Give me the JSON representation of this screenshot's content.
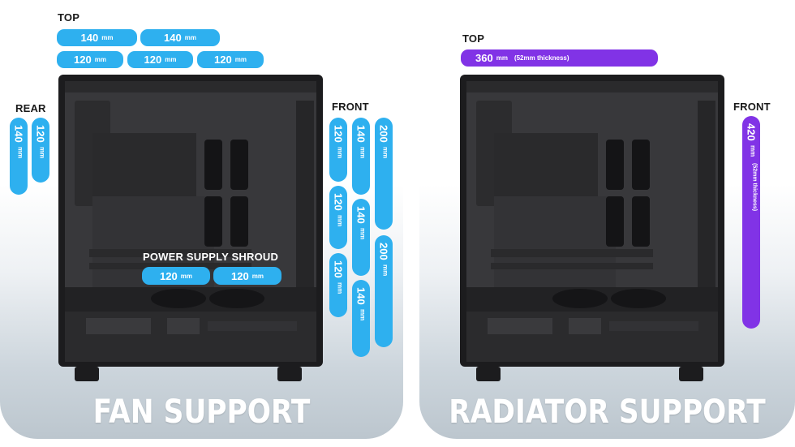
{
  "fan_support": {
    "title": "FAN SUPPORT",
    "top_label": "TOP",
    "top_row1": [
      {
        "value": "140",
        "unit": "mm"
      },
      {
        "value": "140",
        "unit": "mm"
      }
    ],
    "top_row2": [
      {
        "value": "120",
        "unit": "mm"
      },
      {
        "value": "120",
        "unit": "mm"
      },
      {
        "value": "120",
        "unit": "mm"
      }
    ],
    "rear_label": "REAR",
    "rear": [
      {
        "value": "140",
        "unit": "mm"
      },
      {
        "value": "120",
        "unit": "mm"
      }
    ],
    "front_label": "FRONT",
    "front_col1": [
      {
        "value": "120",
        "unit": "mm"
      },
      {
        "value": "120",
        "unit": "mm"
      },
      {
        "value": "120",
        "unit": "mm"
      }
    ],
    "front_col2": [
      {
        "value": "140",
        "unit": "mm"
      },
      {
        "value": "140",
        "unit": "mm"
      },
      {
        "value": "140",
        "unit": "mm"
      }
    ],
    "front_col3": [
      {
        "value": "200",
        "unit": "mm"
      },
      {
        "value": "200",
        "unit": "mm"
      }
    ],
    "psu_label": "POWER SUPPLY SHROUD",
    "psu": [
      {
        "value": "120",
        "unit": "mm"
      },
      {
        "value": "120",
        "unit": "mm"
      }
    ]
  },
  "radiator_support": {
    "title": "RADIATOR SUPPORT",
    "top_label": "TOP",
    "top": {
      "value": "360",
      "unit": "mm",
      "note": "(52mm thickness)"
    },
    "front_label": "FRONT",
    "front": {
      "value": "420",
      "unit": "mm",
      "note": "(52mm thickness)"
    }
  },
  "colors": {
    "fan_accent": "#2eb0ef",
    "radiator_accent": "#8133e6",
    "case_body": "#1c1c1e"
  }
}
